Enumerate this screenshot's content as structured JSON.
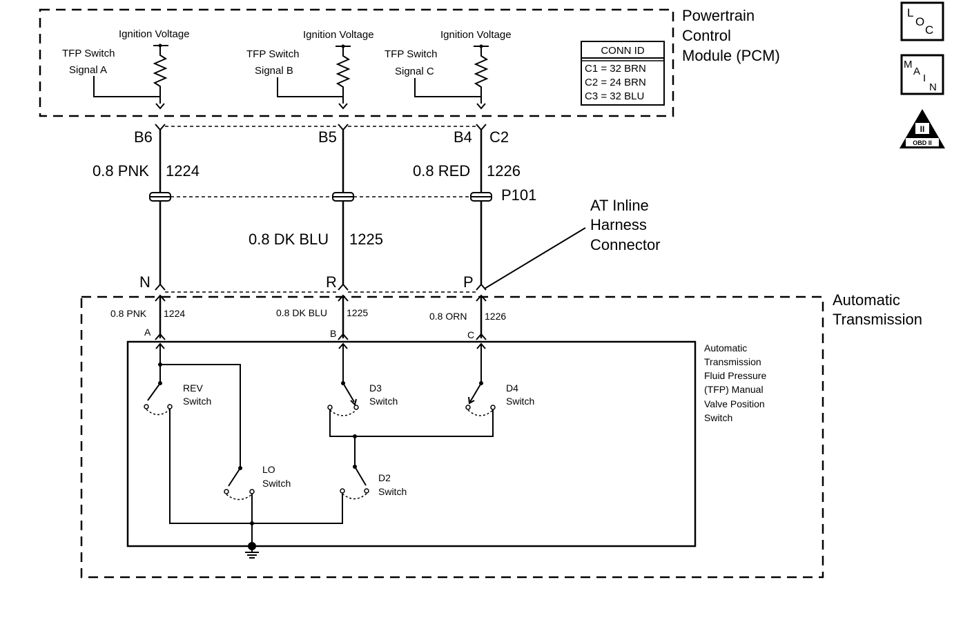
{
  "pcm": {
    "title_lines": [
      "Powertrain",
      "Control",
      "Module (PCM)"
    ],
    "ignition_label": "Ignition Voltage",
    "signal_a": [
      "TFP Switch",
      "Signal A"
    ],
    "signal_b": [
      "TFP Switch",
      "Signal B"
    ],
    "signal_c": [
      "TFP Switch",
      "Signal C"
    ],
    "conn_id": {
      "header": "CONN ID",
      "rows": [
        "C1 = 32 BRN",
        "C2 = 24 BRN",
        "C3 = 32 BLU"
      ]
    }
  },
  "pins_pcm": [
    "B6",
    "B5",
    "B4",
    "C2"
  ],
  "wires_upper": {
    "left": "0.8 PNK",
    "left_num": "1224",
    "middle": "0.8 DK BLU",
    "middle_num": "1225",
    "right": "0.8 RED",
    "right_num": "1226"
  },
  "connector": {
    "id": "P101",
    "label_lines": [
      "AT Inline",
      "Harness",
      "Connector"
    ],
    "pins": [
      "N",
      "R",
      "P"
    ]
  },
  "transmission": {
    "title_lines": [
      "Automatic",
      "Transmission"
    ],
    "wires": [
      {
        "color": "0.8 PNK",
        "num": "1224",
        "pin": "A"
      },
      {
        "color": "0.8 DK BLU",
        "num": "1225",
        "pin": "B"
      },
      {
        "color": "0.8 ORN",
        "num": "1226",
        "pin": "C"
      }
    ],
    "switch_desc": [
      "Automatic",
      "Transmission",
      "Fluid Pressure",
      "(TFP) Manual",
      "Valve Position",
      "Switch"
    ],
    "switches": {
      "rev": [
        "REV",
        "Switch"
      ],
      "d3": [
        "D3",
        "Switch"
      ],
      "d4": [
        "D4",
        "Switch"
      ],
      "lo": [
        "LO",
        "Switch"
      ],
      "d2": [
        "D2",
        "Switch"
      ]
    }
  },
  "icons": {
    "loc": [
      "L",
      "O",
      "C"
    ],
    "main": [
      "M",
      "A",
      "I",
      "N"
    ],
    "obd": [
      "II",
      "OBD II"
    ]
  }
}
